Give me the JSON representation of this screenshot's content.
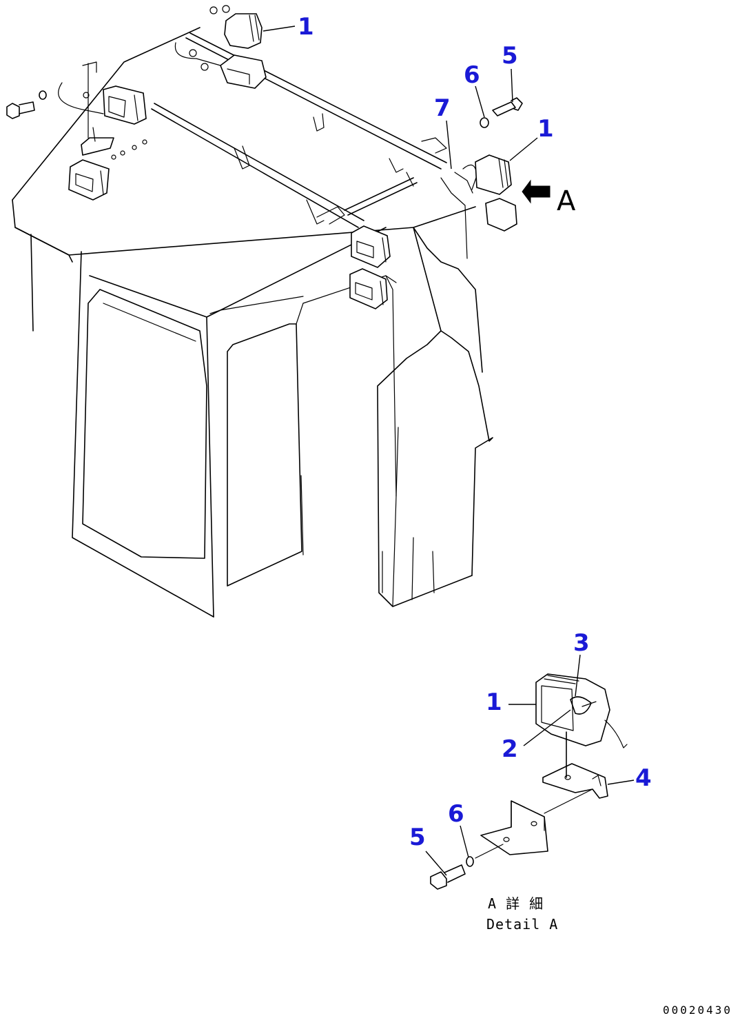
{
  "callouts": {
    "c1a": "1",
    "c1b": "1",
    "c5a": "5",
    "c6a": "6",
    "c7": "7",
    "c3": "3",
    "c1c": "1",
    "c2": "2",
    "c4": "4",
    "c5b": "5",
    "c6b": "6"
  },
  "view_letter": "A",
  "detail_caption_jp": "A 詳 細",
  "detail_caption_en": "Detail A",
  "document_number": "00020430",
  "colors": {
    "callout": "#1a1ad6",
    "line": "#000000",
    "background": "#ffffff"
  }
}
